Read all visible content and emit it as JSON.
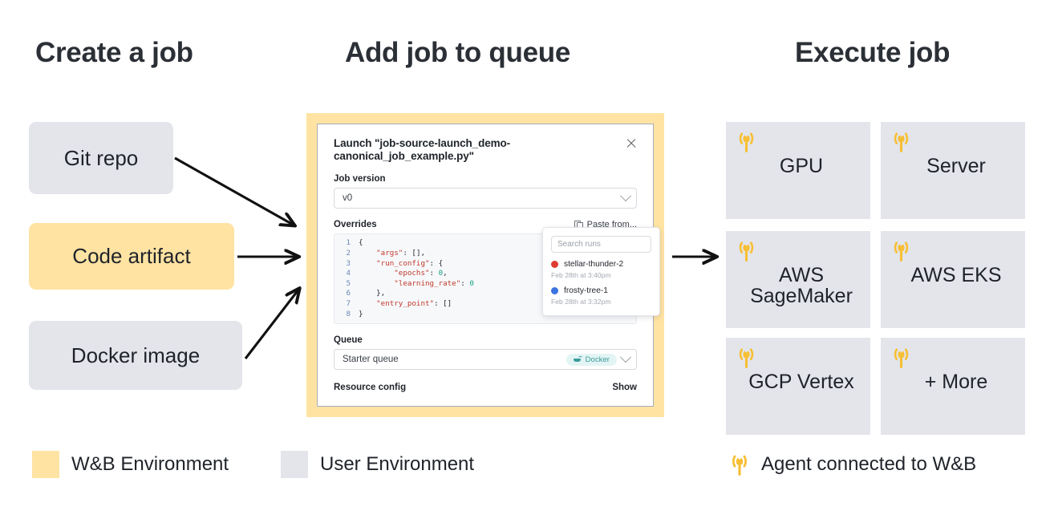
{
  "headings": {
    "create": "Create a job",
    "queue": "Add job to queue",
    "execute": "Execute job"
  },
  "sources": [
    {
      "label": "Git repo",
      "color": "#e3e5eb"
    },
    {
      "label": "Code artifact",
      "color": "#ffe3a3"
    },
    {
      "label": "Docker image",
      "color": "#e3e5eb"
    }
  ],
  "launch_panel": {
    "title": "Launch \"job-source-launch_demo-canonical_job_example.py\"",
    "close_icon": "close-icon",
    "job_version": {
      "label": "Job version",
      "value": "v0"
    },
    "overrides": {
      "label": "Overrides",
      "paste_from_label": "Paste from...",
      "paste_from_icon": "copy-icon",
      "code_lines": [
        {
          "n": "1",
          "text": "{"
        },
        {
          "n": "2",
          "text": "    \"args\": [],"
        },
        {
          "n": "3",
          "text": "    \"run_config\": {"
        },
        {
          "n": "4",
          "text": "        \"epochs\": 0,"
        },
        {
          "n": "5",
          "text": "        \"learning_rate\": 0"
        },
        {
          "n": "6",
          "text": "    },"
        },
        {
          "n": "7",
          "text": "    \"entry_point\": []"
        },
        {
          "n": "8",
          "text": "}"
        }
      ]
    },
    "search_runs": {
      "placeholder": "Search runs",
      "runs": [
        {
          "name": "stellar-thunder-2",
          "time": "Feb 28th at 3:40pm",
          "color": "#e03c31"
        },
        {
          "name": "frosty-tree-1",
          "time": "Feb 28th at 3:32pm",
          "color": "#3b74e0"
        }
      ]
    },
    "queue": {
      "label": "Queue",
      "value": "Starter queue",
      "badge": "Docker",
      "badge_icon": "docker-icon"
    },
    "resource_config": {
      "label": "Resource config",
      "show_label": "Show"
    }
  },
  "targets": [
    {
      "label": "GPU",
      "icon": "antenna-icon"
    },
    {
      "label": "Server",
      "icon": "antenna-icon"
    },
    {
      "label": "AWS SageMaker",
      "icon": "antenna-icon"
    },
    {
      "label": "AWS EKS",
      "icon": "antenna-icon"
    },
    {
      "label": "GCP Vertex",
      "icon": "antenna-icon"
    },
    {
      "label": "+ More",
      "icon": "antenna-icon"
    }
  ],
  "legend": {
    "wandb": {
      "label": "W&B Environment",
      "color": "#ffe3a3"
    },
    "user": {
      "label": "User Environment",
      "color": "#e3e5eb"
    },
    "agent": {
      "label": "Agent connected to W&B",
      "icon": "antenna-icon",
      "color": "#f7bf35"
    }
  },
  "arrow_color": "#111111"
}
